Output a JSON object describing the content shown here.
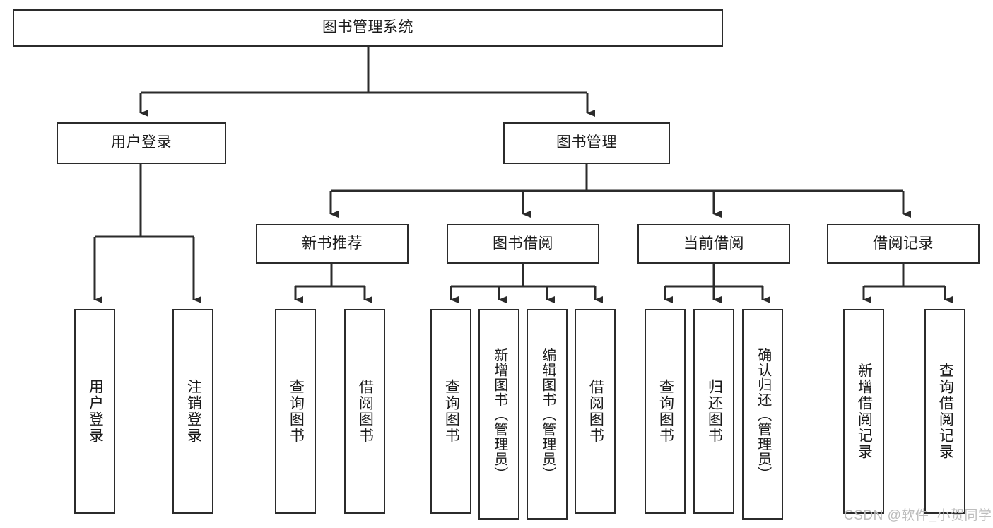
{
  "diagram": {
    "title": "图书管理系统",
    "type": "tree-hierarchy-diagram",
    "colors": {
      "stroke": "#2b2b2b",
      "fill": "#ffffff",
      "text": "#1a1a1a",
      "watermark": "#bdbdbd"
    },
    "root": {
      "label": "图书管理系统"
    },
    "level2": [
      {
        "label": "用户登录"
      },
      {
        "label": "图书管理"
      }
    ],
    "level3": [
      {
        "label": "新书推荐"
      },
      {
        "label": "图书借阅"
      },
      {
        "label": "当前借阅"
      },
      {
        "label": "借阅记录"
      }
    ],
    "leaves": {
      "user_login": [
        {
          "label": "用户登录"
        },
        {
          "label": "注销登录"
        }
      ],
      "new_book_recommend": [
        {
          "label": "查询图书"
        },
        {
          "label": "借阅图书"
        }
      ],
      "book_borrow": [
        {
          "label": "查询图书"
        },
        {
          "label": "新增图书（管理员）"
        },
        {
          "label": "编辑图书（管理员）"
        },
        {
          "label": "借阅图书"
        }
      ],
      "current_borrow": [
        {
          "label": "查询图书"
        },
        {
          "label": "归还图书"
        },
        {
          "label": "确认归还（管理员）"
        }
      ],
      "borrow_record": [
        {
          "label": "新增借阅记录"
        },
        {
          "label": "查询借阅记录"
        }
      ]
    },
    "watermark": "CSDN @软件_小贺同学"
  }
}
